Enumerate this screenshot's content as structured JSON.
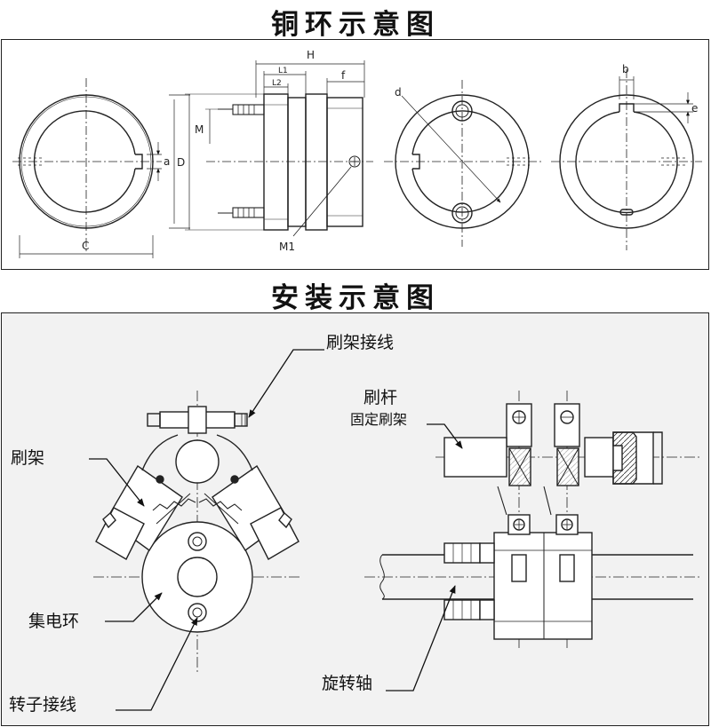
{
  "titles": {
    "top": "铜环示意图",
    "bottom": "安装示意图"
  },
  "dimensions": {
    "H": "H",
    "L1": "L1",
    "L2": "L2",
    "f": "f",
    "M": "M",
    "a": "a",
    "D": "D",
    "C": "C",
    "M1": "M1",
    "d": "d",
    "b": "b",
    "e": "e"
  },
  "labels": {
    "brush_holder_wiring": "刷架接线",
    "brush_holder": "刷架",
    "brush_rod": "刷杆",
    "fixed_brush_holder": "固定刷架",
    "collector_ring": "集电环",
    "rotor_wiring": "转子接线",
    "rotating_shaft": "旋转轴"
  }
}
